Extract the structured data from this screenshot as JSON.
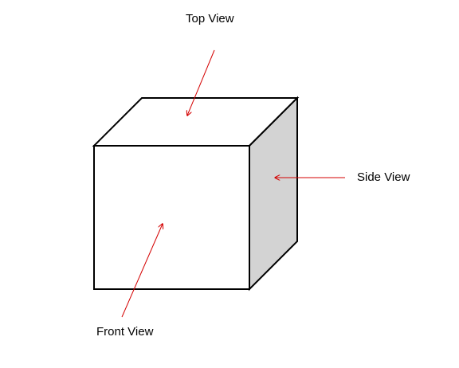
{
  "diagram": {
    "labels": {
      "top": "Top View",
      "side": "Side View",
      "front": "Front View"
    },
    "colors": {
      "edge": "#000000",
      "top_face": "#ffffff",
      "front_face": "#ffffff",
      "side_face": "#d3d3d3",
      "arrow": "#d40000"
    }
  }
}
